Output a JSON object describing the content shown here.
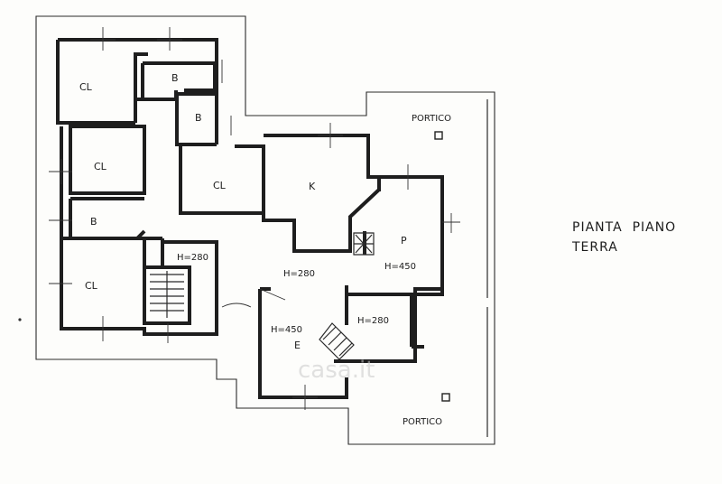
{
  "plan": {
    "title_line1": "PIANTA  PIANO",
    "title_line2": "TERRA",
    "watermark": "casa.it"
  },
  "rooms": {
    "cl_top": "CL",
    "b_top": "B",
    "b_mid": "B",
    "cl_mid_left": "CL",
    "b_left": "B",
    "cl_bottom_left": "CL",
    "cl_center": "CL",
    "k": "K",
    "p": "P",
    "e": "E"
  },
  "heights": {
    "h_stair": "H=280",
    "h_hall": "H=280",
    "h_p": "H=450",
    "h_e": "H=450",
    "h_right": "H=280"
  },
  "porticos": {
    "top": "PORTICO",
    "bottom": "PORTICO"
  }
}
